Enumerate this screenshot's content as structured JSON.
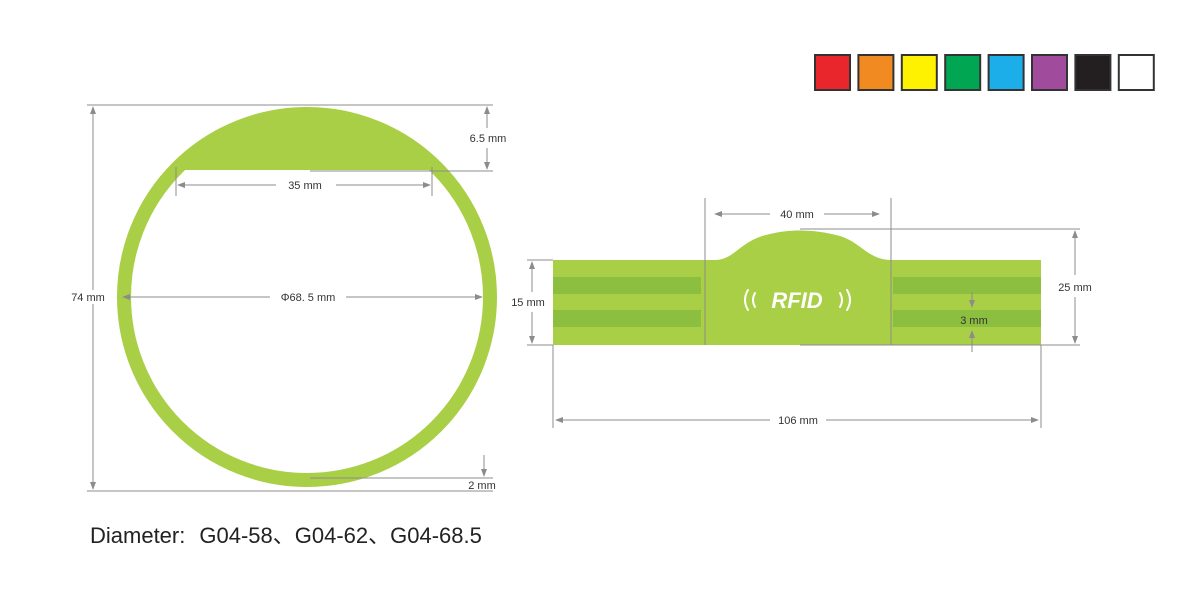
{
  "palette": {
    "band_green": "#a8cf45",
    "stripe_green": "#8cbe3f",
    "dimension_gray": "#8c8c8c"
  },
  "color_swatches": [
    {
      "name": "red",
      "color": "#e8262b"
    },
    {
      "name": "orange",
      "color": "#f28a22"
    },
    {
      "name": "yellow",
      "color": "#fff200"
    },
    {
      "name": "green",
      "color": "#00a651"
    },
    {
      "name": "blue",
      "color": "#1caee8"
    },
    {
      "name": "purple",
      "color": "#a04b9c"
    },
    {
      "name": "black",
      "color": "#231f20"
    },
    {
      "name": "white",
      "color": "#ffffff"
    }
  ],
  "circle_view": {
    "height_label": "74 mm",
    "inner_diameter_label": "Φ68. 5 mm",
    "top_cap_width_label": "35 mm",
    "top_cap_height_label": "6.5 mm",
    "band_thickness_label": "2 mm"
  },
  "flat_view": {
    "top_width_label": "40 mm",
    "total_height_label": "25 mm",
    "band_height_label": "15 mm",
    "stripe_label": "3 mm",
    "length_label": "106 mm",
    "logo_text": "RFID"
  },
  "caption": {
    "label": "Diameter:",
    "models": "G04-58、G04-62、G04-68.5"
  }
}
